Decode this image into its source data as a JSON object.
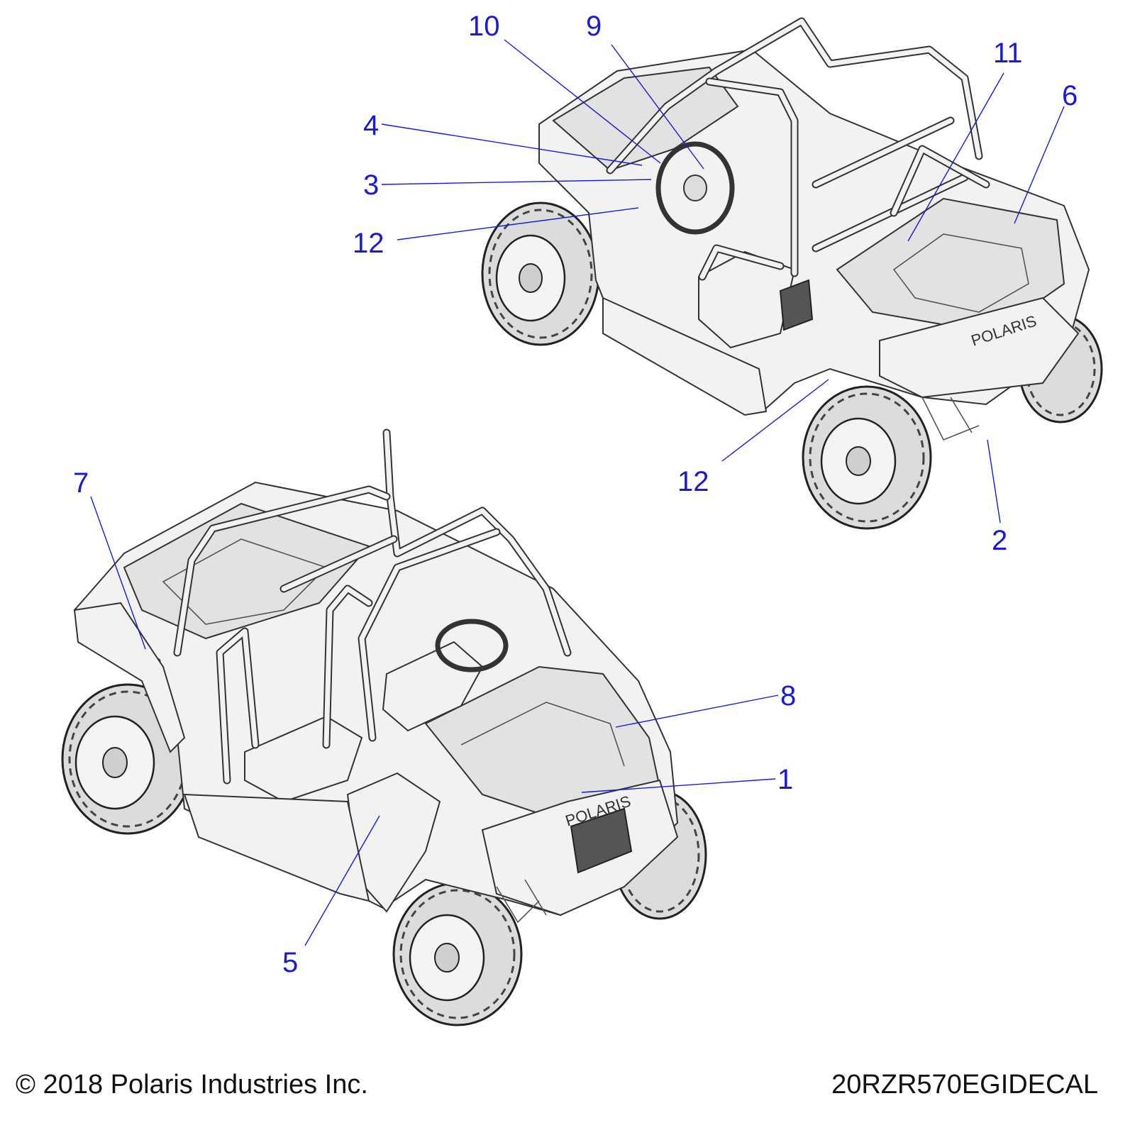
{
  "callouts": [
    {
      "number": "1"
    },
    {
      "number": "2"
    },
    {
      "number": "3"
    },
    {
      "number": "4"
    },
    {
      "number": "5"
    },
    {
      "number": "6"
    },
    {
      "number": "7"
    },
    {
      "number": "8"
    },
    {
      "number": "9"
    },
    {
      "number": "10"
    },
    {
      "number": "11"
    },
    {
      "number": "12"
    },
    {
      "number": "12"
    }
  ],
  "vehicle_logo_text": "POLARIS",
  "footer": {
    "copyright": "© 2018 Polaris Industries Inc.",
    "drawing_id": "20RZR570EGIDECAL"
  },
  "colors": {
    "callout": "#1a1ad6",
    "linework": "#333333",
    "background": "#ffffff"
  }
}
